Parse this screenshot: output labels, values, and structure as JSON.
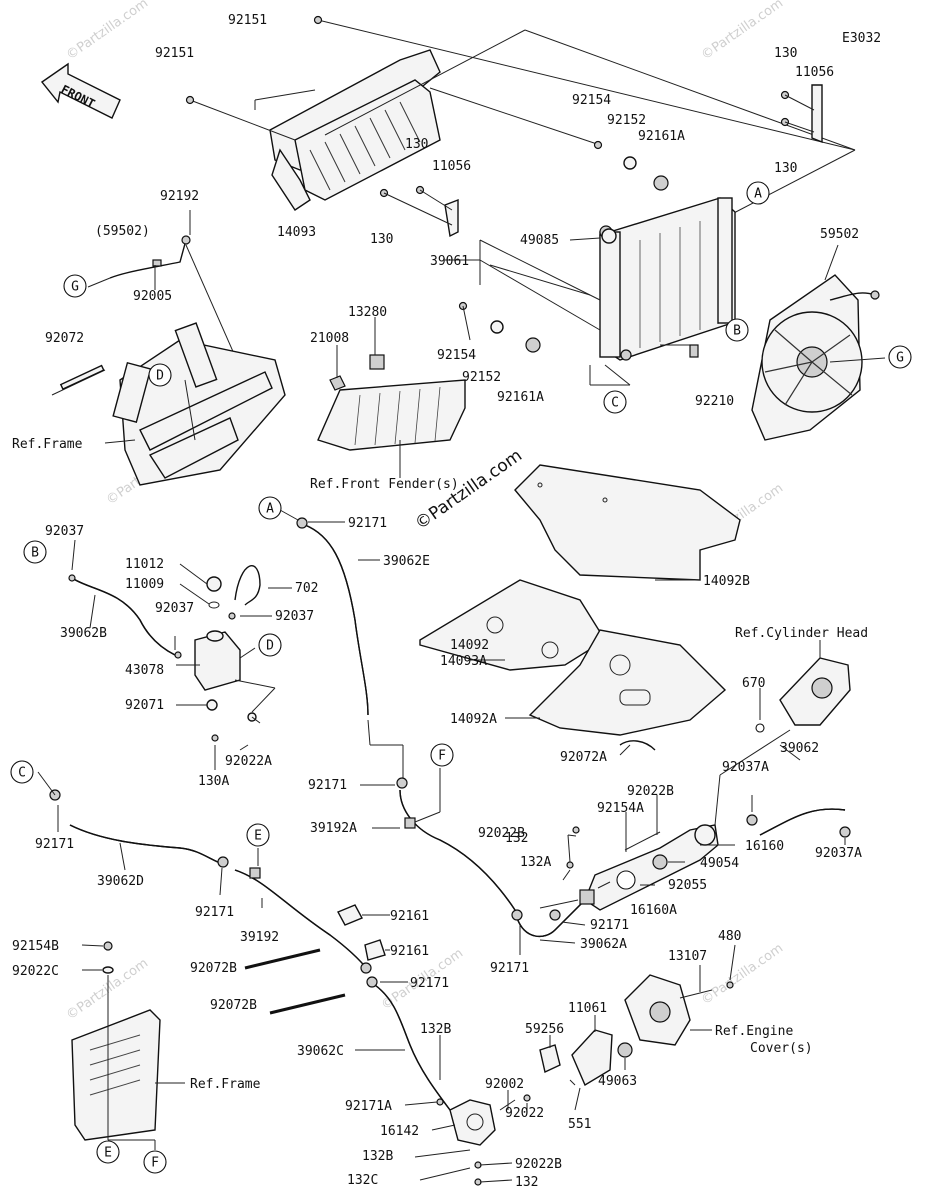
{
  "diagram_code": "E3032",
  "front_label": "FRONT",
  "watermark": "©Partzilla.com",
  "watermark_center": "©Partzilla.com",
  "labels": [
    {
      "id": "l1",
      "t": "92151"
    },
    {
      "id": "l2",
      "t": "92151"
    },
    {
      "id": "l3",
      "t": "14093"
    },
    {
      "id": "l4",
      "t": "130"
    },
    {
      "id": "l5",
      "t": "11056"
    },
    {
      "id": "l6",
      "t": "130"
    },
    {
      "id": "l7",
      "t": "92154"
    },
    {
      "id": "l8",
      "t": "92152"
    },
    {
      "id": "l9",
      "t": "92161A"
    },
    {
      "id": "l10",
      "t": "130"
    },
    {
      "id": "l11",
      "t": "11056"
    },
    {
      "id": "l12",
      "t": "130"
    },
    {
      "id": "l13",
      "t": "49085"
    },
    {
      "id": "l14",
      "t": "39061"
    },
    {
      "id": "l15",
      "t": "59502"
    },
    {
      "id": "l16",
      "t": "92192"
    },
    {
      "id": "l17",
      "t": "(59502)"
    },
    {
      "id": "l18",
      "t": "92005"
    },
    {
      "id": "l19",
      "t": "92072"
    },
    {
      "id": "l20",
      "t": "Ref.Frame"
    },
    {
      "id": "l21",
      "t": "13280"
    },
    {
      "id": "l22",
      "t": "21008"
    },
    {
      "id": "l23",
      "t": "Ref.Front Fender(s)"
    },
    {
      "id": "l24",
      "t": "92154"
    },
    {
      "id": "l25",
      "t": "92152"
    },
    {
      "id": "l26",
      "t": "92161A"
    },
    {
      "id": "l27",
      "t": "92210"
    },
    {
      "id": "l28",
      "t": "92171"
    },
    {
      "id": "l29",
      "t": "39062E"
    },
    {
      "id": "l30",
      "t": "14092B"
    },
    {
      "id": "l31",
      "t": "92037"
    },
    {
      "id": "l32",
      "t": "11012"
    },
    {
      "id": "l33",
      "t": "11009"
    },
    {
      "id": "l34",
      "t": "702"
    },
    {
      "id": "l35",
      "t": "92037"
    },
    {
      "id": "l36",
      "t": "92037"
    },
    {
      "id": "l37",
      "t": "39062B"
    },
    {
      "id": "l38",
      "t": "43078"
    },
    {
      "id": "l39",
      "t": "92071"
    },
    {
      "id": "l40",
      "t": "92022A"
    },
    {
      "id": "l41",
      "t": "130A"
    },
    {
      "id": "l42",
      "t": "14092"
    },
    {
      "id": "l43",
      "t": "14093A"
    },
    {
      "id": "l44",
      "t": "14092A"
    },
    {
      "id": "l45",
      "t": "92072A"
    },
    {
      "id": "l46",
      "t": "Ref.Cylinder Head"
    },
    {
      "id": "l47",
      "t": "670"
    },
    {
      "id": "l48",
      "t": "39062"
    },
    {
      "id": "l49",
      "t": "92037A"
    },
    {
      "id": "l50",
      "t": "92037A"
    },
    {
      "id": "l51",
      "t": "16160"
    },
    {
      "id": "l52",
      "t": "92022B"
    },
    {
      "id": "l53",
      "t": "92154A"
    },
    {
      "id": "l54",
      "t": "132"
    },
    {
      "id": "l55",
      "t": "92022B"
    },
    {
      "id": "l56",
      "t": "49054"
    },
    {
      "id": "l57",
      "t": "92055"
    },
    {
      "id": "l58",
      "t": "132A"
    },
    {
      "id": "l59",
      "t": "16160A"
    },
    {
      "id": "l60",
      "t": "92171"
    },
    {
      "id": "l61",
      "t": "39062A"
    },
    {
      "id": "l62",
      "t": "92171"
    },
    {
      "id": "l63",
      "t": "92171"
    },
    {
      "id": "l64",
      "t": "39192A"
    },
    {
      "id": "l65",
      "t": "92171"
    },
    {
      "id": "l66",
      "t": "39062D"
    },
    {
      "id": "l67",
      "t": "92171"
    },
    {
      "id": "l68",
      "t": "39192"
    },
    {
      "id": "l69",
      "t": "92161"
    },
    {
      "id": "l70",
      "t": "92161"
    },
    {
      "id": "l71",
      "t": "92171"
    },
    {
      "id": "l72",
      "t": "92072B"
    },
    {
      "id": "l73",
      "t": "92072B"
    },
    {
      "id": "l74",
      "t": "92154B"
    },
    {
      "id": "l75",
      "t": "92022C"
    },
    {
      "id": "l76",
      "t": "Ref.Frame"
    },
    {
      "id": "l77",
      "t": "39062C"
    },
    {
      "id": "l78",
      "t": "132B"
    },
    {
      "id": "l79",
      "t": "92171A"
    },
    {
      "id": "l80",
      "t": "16142"
    },
    {
      "id": "l81",
      "t": "132B"
    },
    {
      "id": "l82",
      "t": "132C"
    },
    {
      "id": "l83",
      "t": "92022B"
    },
    {
      "id": "l84",
      "t": "132"
    },
    {
      "id": "l85",
      "t": "92002"
    },
    {
      "id": "l86",
      "t": "92022"
    },
    {
      "id": "l87",
      "t": "551"
    },
    {
      "id": "l88",
      "t": "59256"
    },
    {
      "id": "l89",
      "t": "11061"
    },
    {
      "id": "l90",
      "t": "49063"
    },
    {
      "id": "l91",
      "t": "13107"
    },
    {
      "id": "l92",
      "t": "480"
    },
    {
      "id": "l93",
      "t": "Ref.Engine"
    },
    {
      "id": "l94",
      "t": "Cover(s)"
    }
  ],
  "callouts": [
    {
      "id": "c1",
      "t": "A"
    },
    {
      "id": "c2",
      "t": "B"
    },
    {
      "id": "c3",
      "t": "C"
    },
    {
      "id": "c4",
      "t": "G"
    },
    {
      "id": "c5",
      "t": "G"
    },
    {
      "id": "c6",
      "t": "D"
    },
    {
      "id": "c7",
      "t": "A"
    },
    {
      "id": "c8",
      "t": "B"
    },
    {
      "id": "c9",
      "t": "D"
    },
    {
      "id": "c10",
      "t": "C"
    },
    {
      "id": "c11",
      "t": "F"
    },
    {
      "id": "c12",
      "t": "E"
    },
    {
      "id": "c13",
      "t": "E"
    },
    {
      "id": "c14",
      "t": "F"
    }
  ]
}
